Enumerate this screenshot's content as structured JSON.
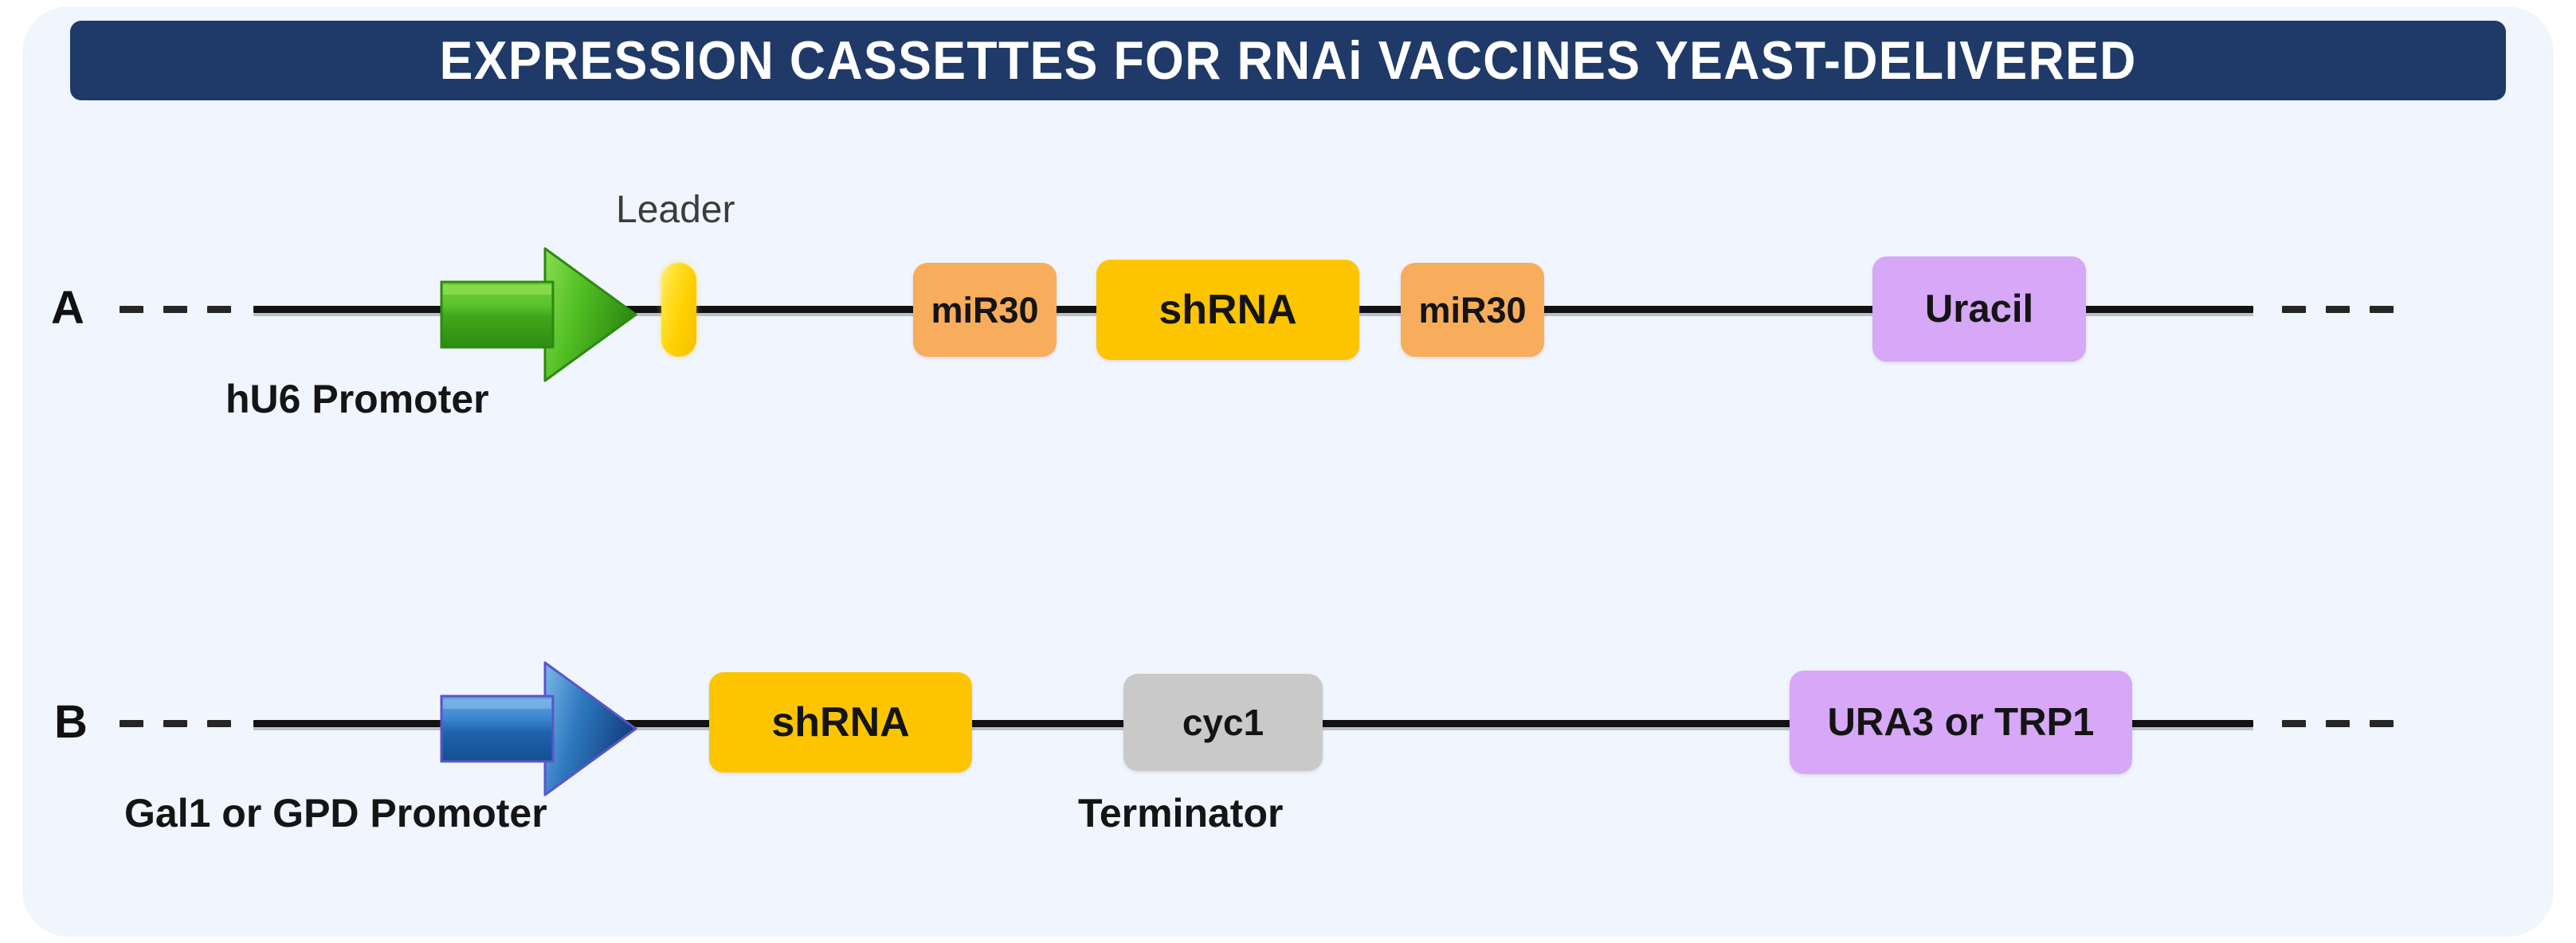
{
  "figure": {
    "title": "EXPRESSION CASSETTES FOR RNAi VACCINES YEAST-DELIVERED",
    "card_background": "#f1f5fd",
    "banner_color": "#1f3a68",
    "banner_text_color": "#ffffff"
  },
  "colors": {
    "orange_feature": "#f7ad5c",
    "yellow_feature": "#fdc500",
    "purple_feature": "#d6a8f7",
    "gray_feature": "#c9c9c9",
    "green_arrow": "#4caf1e",
    "blue_arrow": "#2a6fc0",
    "leader_capsule": "#ffd000",
    "backbone": "#121212"
  },
  "panels": [
    {
      "letter": "A",
      "promoter_label": "hU6 Promoter",
      "promoter_arrow_color": "green",
      "leader_label": "Leader",
      "features": [
        {
          "label": "miR30",
          "style": "orange"
        },
        {
          "label": "shRNA",
          "style": "yellow"
        },
        {
          "label": "miR30",
          "style": "orange"
        },
        {
          "label": "Uracil",
          "style": "purple"
        }
      ]
    },
    {
      "letter": "B",
      "promoter_label": "Gal1 or GPD Promoter",
      "promoter_arrow_color": "blue",
      "terminator_label": "Terminator",
      "features": [
        {
          "label": "shRNA",
          "style": "yellow"
        },
        {
          "label": "cyc1",
          "style": "gray"
        },
        {
          "label": "URA3 or TRP1",
          "style": "purple"
        }
      ]
    }
  ]
}
